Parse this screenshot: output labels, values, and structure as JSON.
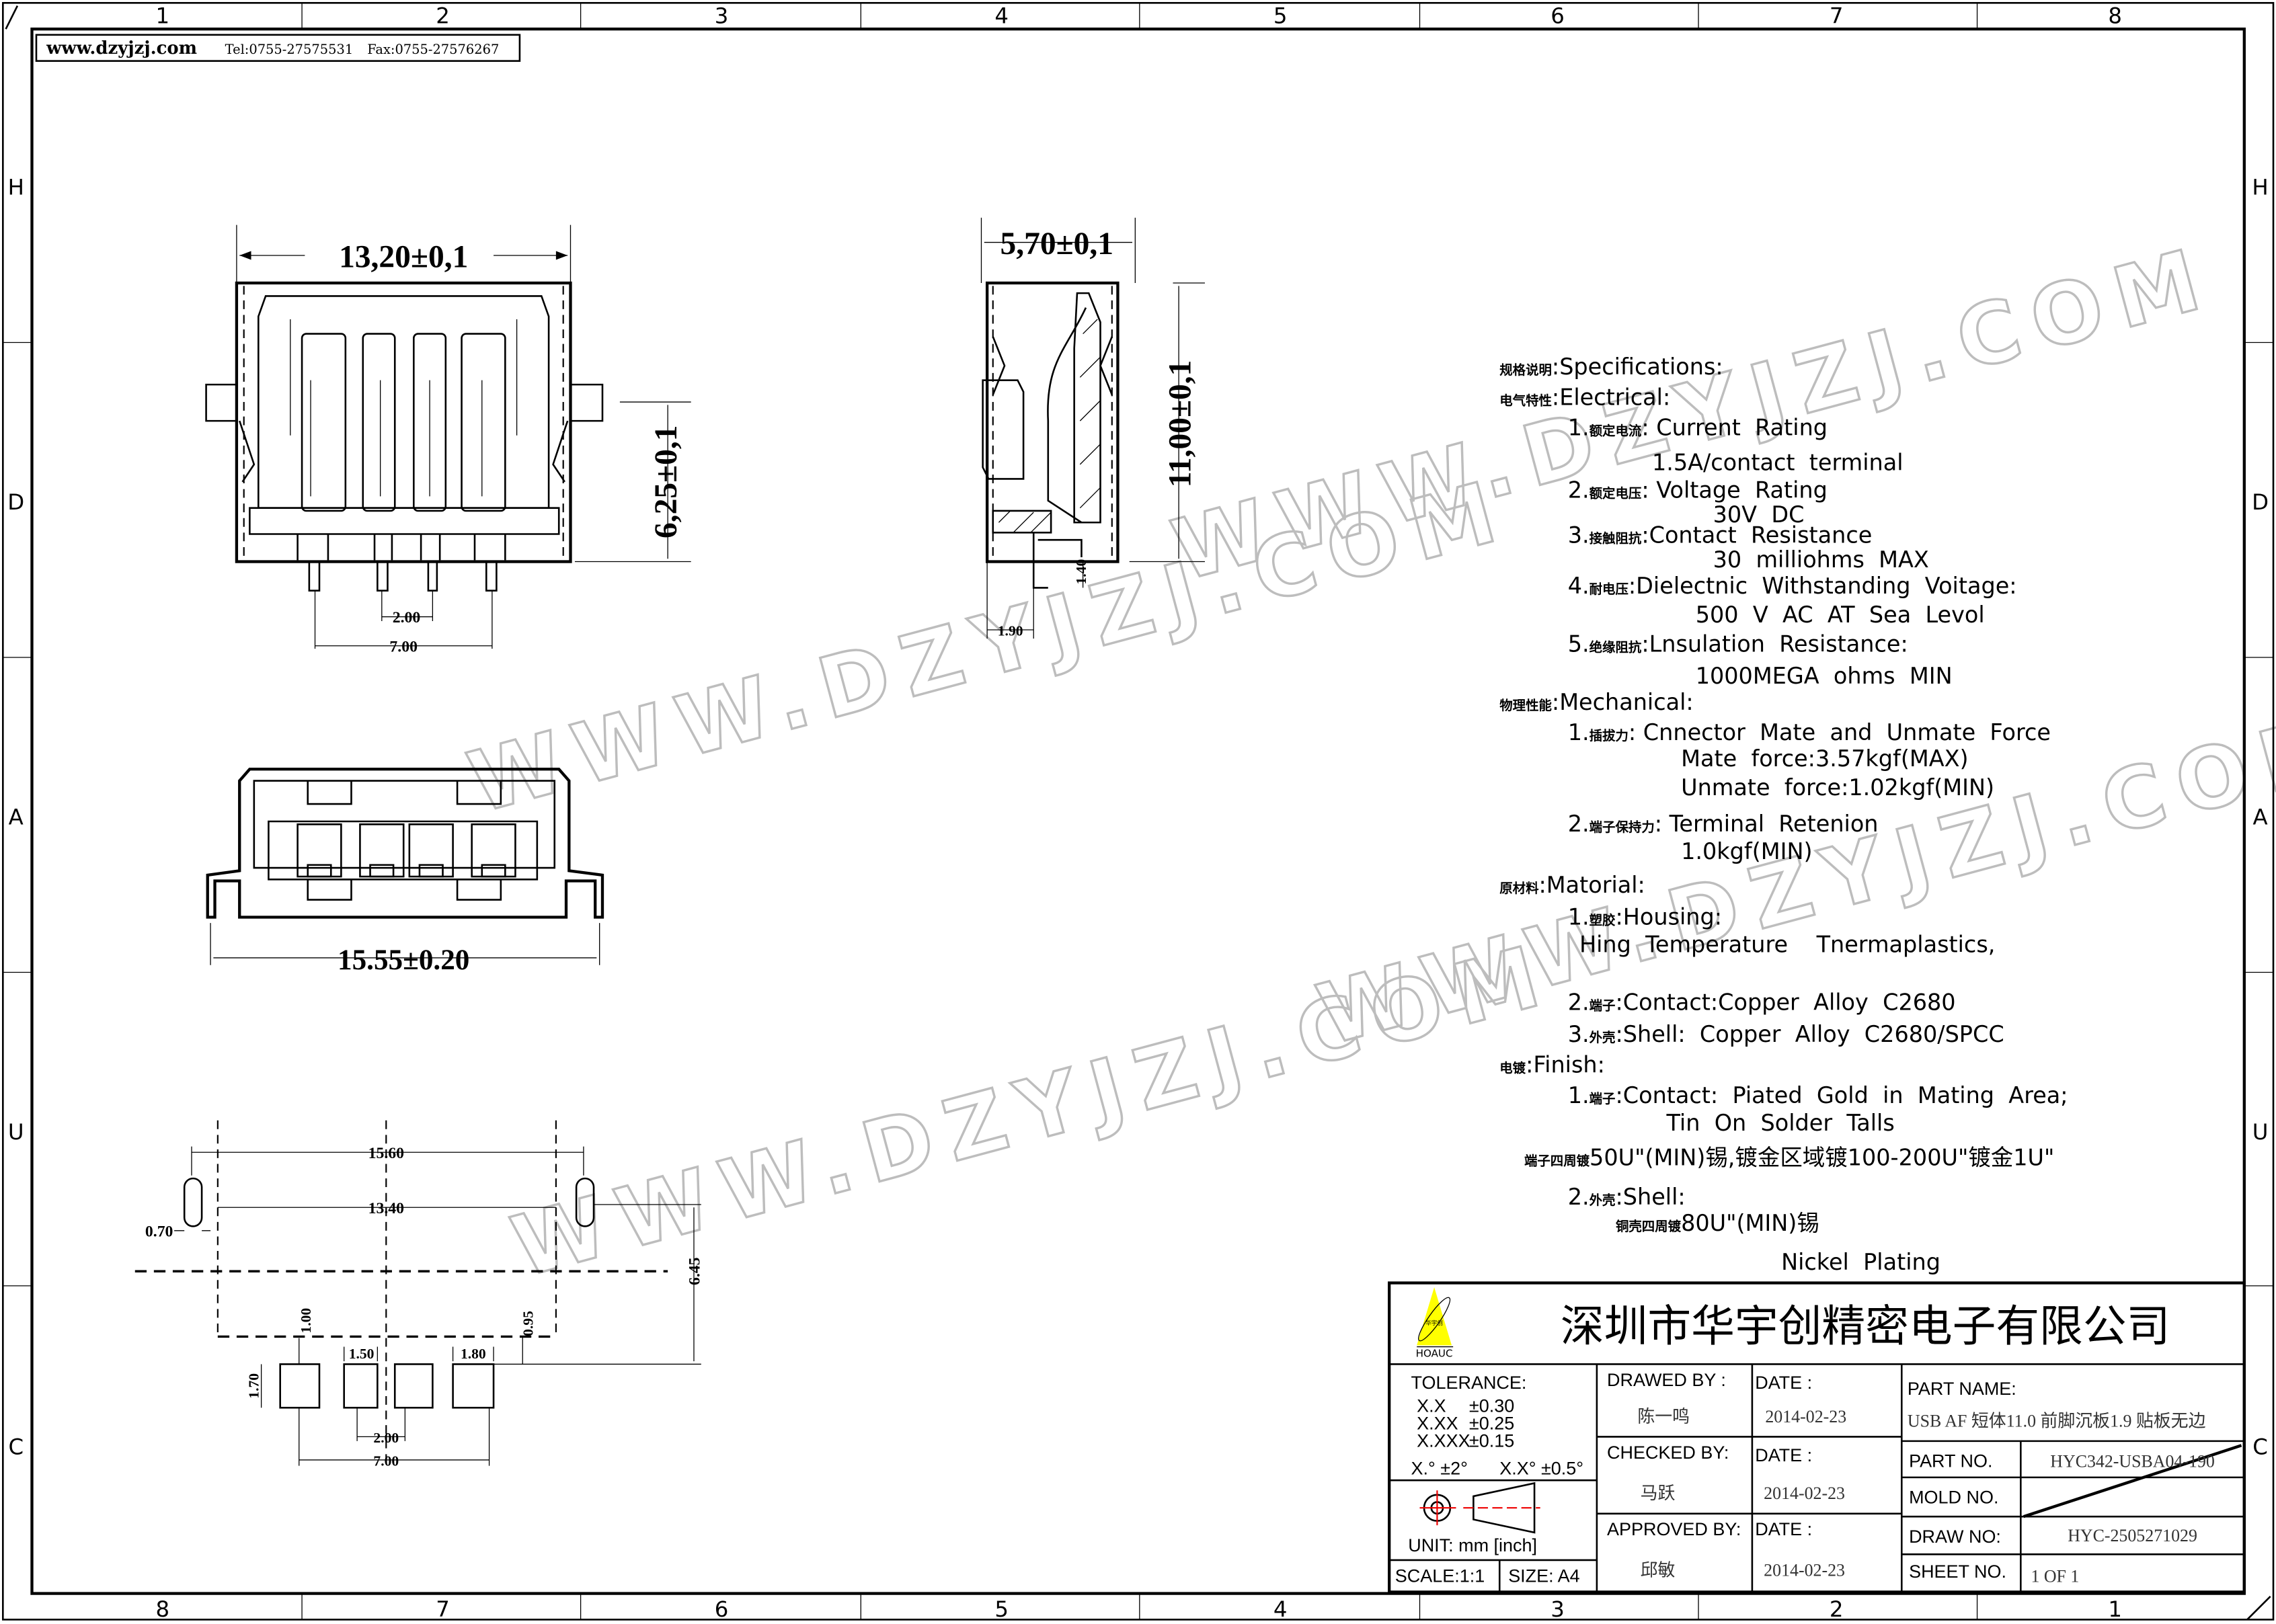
{
  "header": {
    "website": "www.dzyjzj.com",
    "tel": "Tel:0755-27575531",
    "fax": "Fax:0755-27576267"
  },
  "watermark": "WWW.DZYJZJ.COM",
  "zones": {
    "top_numbers": [
      "1",
      "2",
      "3",
      "4",
      "5",
      "6",
      "7",
      "8"
    ],
    "bottom_numbers": [
      "8",
      "7",
      "6",
      "5",
      "4",
      "3",
      "2",
      "1"
    ],
    "side_letters": [
      "H",
      "D",
      "A",
      "U",
      "C"
    ]
  },
  "dimensions": {
    "front_width": "13,20±0,1",
    "front_height": "6,25±0,1",
    "pin_pitch": "2.00",
    "pin_span": "7.00",
    "side_depth": "5,70±0,1",
    "side_height": "11,00±0,1",
    "side_140": "1.40",
    "side_190": "1.90",
    "bottom_width": "15.55±0.20",
    "fp_1560": "15.60",
    "fp_1340": "13.40",
    "fp_070": "0.70",
    "fp_645": "6.45",
    "fp_100": "1.00",
    "fp_095": "0.95",
    "fp_150": "1.50",
    "fp_180": "1.80",
    "fp_170": "1.70",
    "fp_200": "2.00",
    "fp_700": "7.00"
  },
  "specs": [
    {
      "cn": "规格说明",
      "en": ":Specifications:"
    },
    {
      "cn": "电气特性",
      "en": ":Electrical:"
    },
    {
      "num": "1.",
      "cn": "额定电流",
      "en": ": Current  Rating"
    },
    {
      "en": "1.5A/contact  terminal"
    },
    {
      "num": "2.",
      "cn": "额定电压",
      "en": ": Voltage  Rating"
    },
    {
      "en": "30V  DC"
    },
    {
      "num": "3.",
      "cn": "接触阻抗",
      "en": ":Contact  Resistance"
    },
    {
      "en": "30  milliohms  MAX"
    },
    {
      "num": "4.",
      "cn": "耐电压",
      "en": ":Dielectnic  Withstanding  Voitage:"
    },
    {
      "en": "500  V  AC  AT  Sea  Levol"
    },
    {
      "num": "5.",
      "cn": "绝缘阻抗",
      "en": ":Lnsulation  Resistance:"
    },
    {
      "en": "1000MEGA  ohms  MIN"
    },
    {
      "cn": "物理性能",
      "en": ":Mechanical:"
    },
    {
      "num": "1.",
      "cn": "插拔力",
      "en": ": Cnnector  Mate  and  Unmate  Force"
    },
    {
      "en": "Mate  force:3.57kgf(MAX)"
    },
    {
      "en": "Unmate  force:1.02kgf(MIN)"
    },
    {
      "num": "2.",
      "cn": "端子保持力",
      "en": ": Terminal  Retenion"
    },
    {
      "en": "1.0kgf(MIN)"
    },
    {
      "cn": "原材料",
      "en": ":Matorial:"
    },
    {
      "num": "1.",
      "cn": "塑胶",
      "en": ":Housing:"
    },
    {
      "en": "Hing  Temperature    Tnermaplastics,"
    },
    {
      "num": "2.",
      "cn": "端子",
      "en": ":Contact:Copper  Alloy  C2680"
    },
    {
      "num": "3.",
      "cn": "外壳",
      "en": ":Shell:  Copper  Alloy  C2680/SPCC"
    },
    {
      "cn": "电镀",
      "en": ":Finish:"
    },
    {
      "num": "1.",
      "cn": "端子",
      "en": ":Contact:  Piated  Gold  in  Mating  Area;"
    },
    {
      "en": "Tin  On  Solder  Talls"
    },
    {
      "cn": "端子四周镀",
      "en": "50U\"(MIN)锡,镀金区域镀100-200U\"镀金1U\""
    },
    {
      "num": "2.",
      "cn": "外壳",
      "en": ":Shell:"
    },
    {
      "cn": "铜壳四周镀",
      "en": "80U\"(MIN)锡"
    },
    {
      "en": "Nickel  Plating"
    }
  ],
  "title_block": {
    "logo_text": "HOAUC",
    "logo_cn": "华宇创",
    "company": "深圳市华宇创精密电子有限公司",
    "tolerance_label": "TOLERANCE:",
    "tolerances": [
      {
        "k": "X.X",
        "v": "±0.30"
      },
      {
        "k": "X.XX",
        "v": "±0.25"
      },
      {
        "k": "X.XXX",
        "v": "±0.15"
      }
    ],
    "angle_tol_1": "X.°  ±2°",
    "angle_tol_2": "X.X°  ±0.5°",
    "unit": "UNIT:  mm  [inch]",
    "scale": "SCALE:1:1",
    "size": "SIZE:  A4",
    "drawed_by_label": "DRAWED  BY :",
    "drawed_by": "陈一鸣",
    "checked_by_label": "CHECKED  BY:",
    "checked_by": "马跃",
    "approved_by_label": "APPROVED  BY:",
    "approved_by": "邱敏",
    "date_label": "DATE  :",
    "date_drawed": "2014-02-23",
    "date_checked": "2014-02-23",
    "date_approved": "2014-02-23",
    "part_name_label": "PART  NAME:",
    "part_name": "USB AF 短体11.0 前脚沉板1.9 贴板无边",
    "part_no_label": "PART  NO.",
    "part_no": "HYC342-USBA04-190",
    "mold_no_label": "MOLD  NO.",
    "draw_no_label": "DRAW  NO:",
    "draw_no": "HYC-2505271029",
    "sheet_no_label": "SHEET  NO.",
    "sheet_no": "1  OF  1"
  }
}
